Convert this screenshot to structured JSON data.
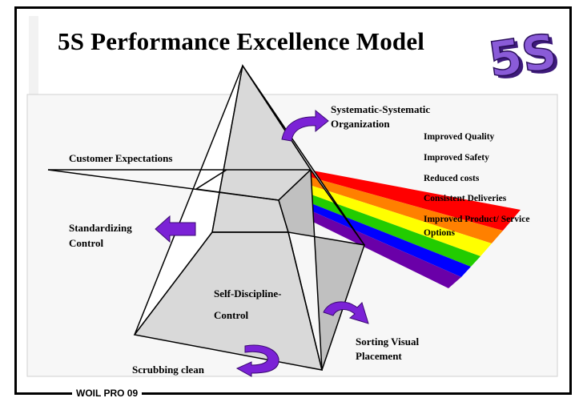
{
  "title": "5S Performance Excellence Model",
  "logo": {
    "text": "5S"
  },
  "labels": {
    "systematic_line1": "Systematic-Systematic",
    "systematic_line2": "Organization",
    "customer_expectations": "Customer Expectations",
    "standardizing_line1": "Standardizing",
    "standardizing_line2": "Control",
    "self_discipline_line1": "Self-Discipline-",
    "self_discipline_line2": "Control",
    "sorting_line1": "Sorting Visual",
    "sorting_line2": "Placement",
    "scrubbing": "Scrubbing clean"
  },
  "outcomes": [
    "Improved Quality",
    "Improved Safety",
    "Reduced costs",
    "Consistent Deliveries",
    "Improved Product/ Service",
    "Options"
  ],
  "footer": "WOIL  PRO 09",
  "colors": {
    "arrow": "#7b22d6",
    "spectrum": [
      "#ff0000",
      "#ff8000",
      "#ffff00",
      "#22cc00",
      "#0000ff",
      "#6a00a8"
    ],
    "logo": "#8a5bd8"
  }
}
